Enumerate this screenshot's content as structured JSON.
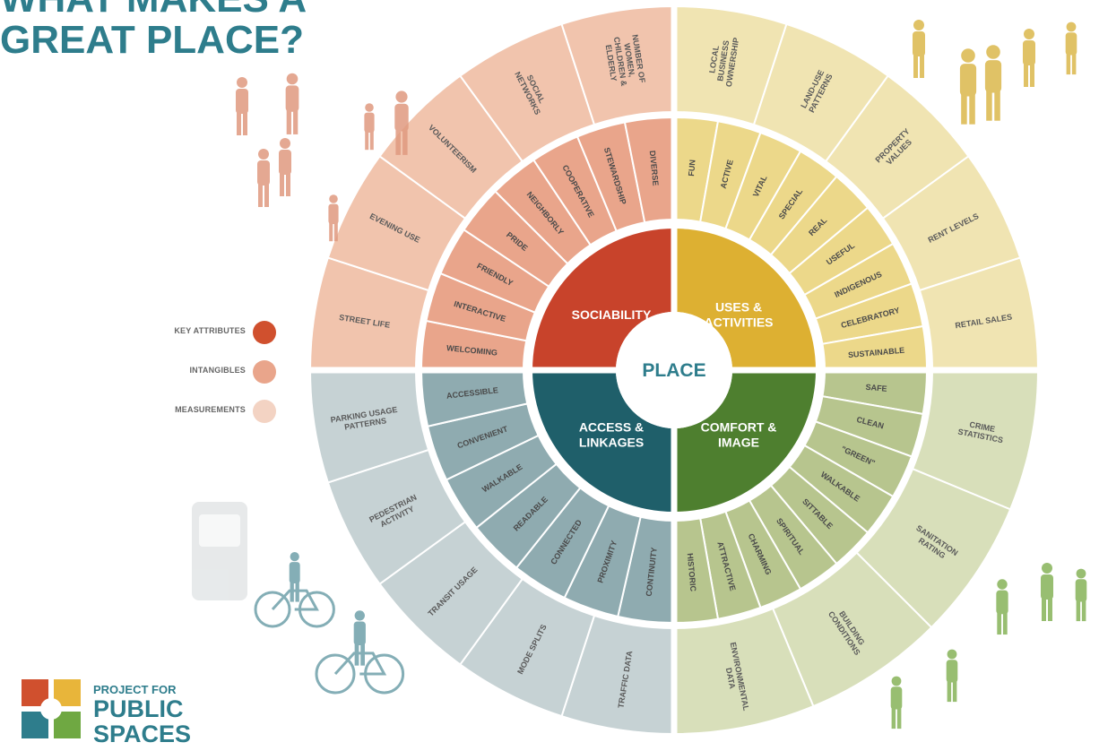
{
  "title": {
    "line1": "WHAT MAKES A",
    "line2": "GREAT PLACE?"
  },
  "center_label": "PLACE",
  "quadrants": [
    {
      "id": "sociability",
      "name": "SOCIABILITY",
      "colors": {
        "key": "#c8432b",
        "intangible": "#e9a58b",
        "measurement": "#f1c4ad"
      },
      "intangibles": [
        "WELCOMING",
        "INTERACTIVE",
        "FRIENDLY",
        "PRIDE",
        "NEIGHBORLY",
        "COOPERATIVE",
        "STEWARDSHIP",
        "DIVERSE"
      ],
      "measurements": [
        "STREET LIFE",
        "EVENING USE",
        "VOLUNTEERISM",
        "SOCIAL NETWORKS",
        "NUMBER OF WOMEN, CHILDREN & ELDERLY"
      ]
    },
    {
      "id": "uses",
      "name": "USES & ACTIVITIES",
      "colors": {
        "key": "#ddb032",
        "intangible": "#ecd88a",
        "measurement": "#f0e4b2"
      },
      "intangibles": [
        "FUN",
        "ACTIVE",
        "VITAL",
        "SPECIAL",
        "REAL",
        "USEFUL",
        "INDIGENOUS",
        "CELEBRATORY",
        "SUSTAINABLE"
      ],
      "measurements": [
        "LOCAL BUSINESS OWNERSHIP",
        "LAND-USE PATTERNS",
        "PROPERTY VALUES",
        "RENT LEVELS",
        "RETAIL SALES"
      ]
    },
    {
      "id": "comfort",
      "name": "COMFORT & IMAGE",
      "colors": {
        "key": "#4e7f2f",
        "intangible": "#b7c58e",
        "measurement": "#d8dfba"
      },
      "intangibles": [
        "SAFE",
        "CLEAN",
        "\"GREEN\"",
        "WALKABLE",
        "SITTABLE",
        "SPIRITUAL",
        "CHARMING",
        "ATTRACTIVE",
        "HISTORIC"
      ],
      "measurements": [
        "CRIME STATISTICS",
        "SANITATION RATING",
        "BUILDING CONDITIONS",
        "ENVIRONMENTAL DATA"
      ]
    },
    {
      "id": "access",
      "name": "ACCESS & LINKAGES",
      "colors": {
        "key": "#1f5f6a",
        "intangible": "#8fabb0",
        "measurement": "#c6d2d4"
      },
      "intangibles": [
        "CONTINUITY",
        "PROXIMITY",
        "CONNECTED",
        "READABLE",
        "WALKABLE",
        "CONVENIENT",
        "ACCESSIBLE"
      ],
      "measurements": [
        "TRAFFIC DATA",
        "MODE SPLITS",
        "TRANSIT USAGE",
        "PEDESTRIAN ACTIVITY",
        "PARKING USAGE PATTERNS"
      ]
    }
  ],
  "legend": [
    {
      "label": "KEY ATTRIBUTES",
      "color": "#d0502e"
    },
    {
      "label": "INTANGIBLES",
      "color": "#e9a58b"
    },
    {
      "label": "MEASUREMENTS",
      "color": "#f3d3c3"
    }
  ],
  "logo": {
    "line1": "PROJECT FOR",
    "line2": "PUBLIC",
    "line3": "SPACES",
    "square_colors": [
      "#d0502e",
      "#e8b53a",
      "#2e7d8c",
      "#6fa842"
    ]
  },
  "illustrations": [
    {
      "name": "people-sitting-illustration",
      "color": "#e09a80"
    },
    {
      "name": "people-walking-illustration",
      "color": "#d9b440"
    },
    {
      "name": "bus-cyclists-illustration",
      "color": "#6fa0aa"
    },
    {
      "name": "people-lounging-illustration",
      "color": "#7fae4e"
    }
  ]
}
